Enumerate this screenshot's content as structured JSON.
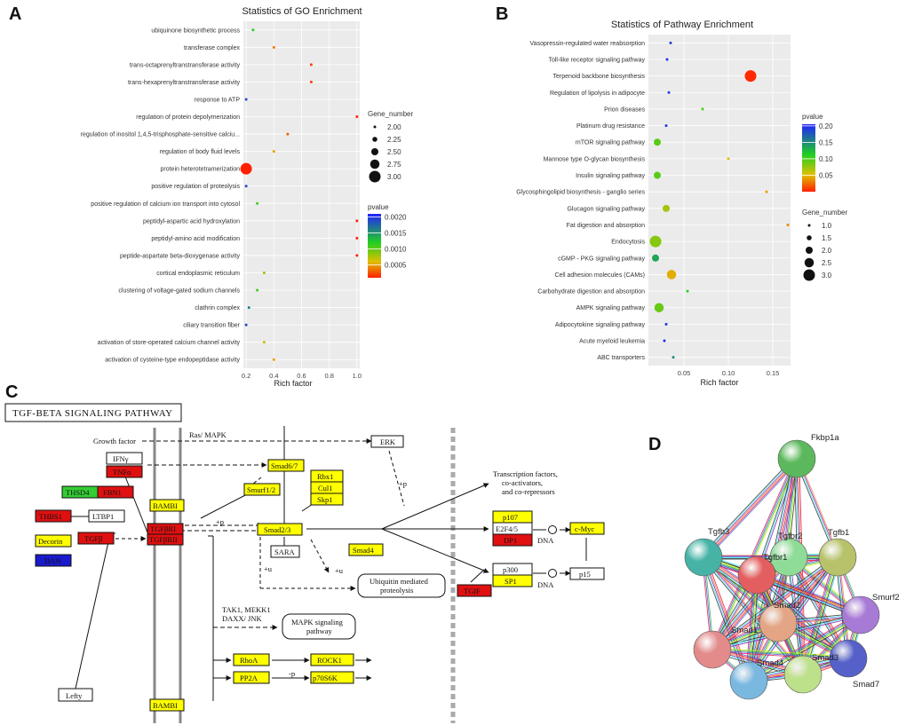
{
  "panel_letters": {
    "a": "A",
    "b": "B",
    "c": "C",
    "d": "D"
  },
  "chart_data": [
    {
      "type": "scatter",
      "panel": "A",
      "title": "Statistics of GO Enrichment",
      "xlabel": "Rich factor",
      "ylabel": "",
      "xlim": [
        0.18,
        1.02
      ],
      "xticks": [
        0.2,
        0.4,
        0.6,
        0.8,
        1.0
      ],
      "xtick_labels": [
        "0.2",
        "0.4",
        "0.6",
        "0.8",
        "1.0"
      ],
      "terms": [
        {
          "term": "ubiquinone biosynthetic process",
          "rich_factor": 0.25,
          "gene_number": 2,
          "pvalue": 0.0012
        },
        {
          "term": "transferase complex",
          "rich_factor": 0.4,
          "gene_number": 2,
          "pvalue": 0.0004
        },
        {
          "term": "trans-octaprenyltranstransferase activity",
          "rich_factor": 0.67,
          "gene_number": 2,
          "pvalue": 0.0002
        },
        {
          "term": "trans-hexaprenyltranstransferase activity",
          "rich_factor": 0.67,
          "gene_number": 2,
          "pvalue": 0.0002
        },
        {
          "term": "response to ATP",
          "rich_factor": 0.2,
          "gene_number": 2,
          "pvalue": 0.0019
        },
        {
          "term": "regulation of protein depolymerization",
          "rich_factor": 1.0,
          "gene_number": 2,
          "pvalue": 0.0001
        },
        {
          "term": "regulation of inositol 1,4,5-trisphosphate-sensitive calciu...",
          "rich_factor": 0.5,
          "gene_number": 2,
          "pvalue": 0.0003
        },
        {
          "term": "regulation of body fluid levels",
          "rich_factor": 0.4,
          "gene_number": 2,
          "pvalue": 0.0005
        },
        {
          "term": "protein heterotetramerization",
          "rich_factor": 0.2,
          "gene_number": 3,
          "pvalue": 0.0001
        },
        {
          "term": "positive regulation of proteolysis",
          "rich_factor": 0.2,
          "gene_number": 2,
          "pvalue": 0.0019
        },
        {
          "term": "positive regulation of calcium ion transport into cytosol",
          "rich_factor": 0.28,
          "gene_number": 2,
          "pvalue": 0.0011
        },
        {
          "term": "peptidyl-aspartic acid hydroxylation",
          "rich_factor": 1.0,
          "gene_number": 2,
          "pvalue": 0.0001
        },
        {
          "term": "peptidyl-amino acid modification",
          "rich_factor": 1.0,
          "gene_number": 2,
          "pvalue": 0.0001
        },
        {
          "term": "peptide-aspartate beta-dioxygenase activity",
          "rich_factor": 1.0,
          "gene_number": 2,
          "pvalue": 0.0001
        },
        {
          "term": "cortical endoplasmic reticulum",
          "rich_factor": 0.33,
          "gene_number": 2,
          "pvalue": 0.0008
        },
        {
          "term": "clustering of voltage-gated sodium channels",
          "rich_factor": 0.28,
          "gene_number": 2,
          "pvalue": 0.0011
        },
        {
          "term": "clathrin complex",
          "rich_factor": 0.22,
          "gene_number": 2,
          "pvalue": 0.0016
        },
        {
          "term": "ciliary transition fiber",
          "rich_factor": 0.2,
          "gene_number": 2,
          "pvalue": 0.0019
        },
        {
          "term": "activation of store-operated calcium channel activity",
          "rich_factor": 0.33,
          "gene_number": 2,
          "pvalue": 0.0007
        },
        {
          "term": "activation of cysteine-type endopeptidase activity",
          "rich_factor": 0.4,
          "gene_number": 2,
          "pvalue": 0.0005
        }
      ],
      "legend_size": {
        "title": "Gene_number",
        "labels": [
          "2.00",
          "2.25",
          "2.50",
          "2.75",
          "3.00"
        ],
        "values": [
          2.0,
          2.25,
          2.5,
          2.75,
          3.0
        ]
      },
      "legend_color": {
        "title": "pvalue",
        "labels": [
          "0.0020",
          "0.0015",
          "0.0010",
          "0.0005"
        ],
        "values": [
          0.002,
          0.0015,
          0.001,
          0.0005
        ],
        "range": [
          0.0001,
          0.0021
        ]
      },
      "grid": true,
      "legend_placement": "right"
    },
    {
      "type": "scatter",
      "panel": "B",
      "title": "Statistics of Pathway Enrichment",
      "xlabel": "Rich factor",
      "ylabel": "",
      "xlim": [
        0.01,
        0.17
      ],
      "xticks": [
        0.05,
        0.1,
        0.15
      ],
      "xtick_labels": [
        "0.05",
        "0.10",
        "0.15"
      ],
      "terms": [
        {
          "term": "Vasopressin-regulated water reabsorption",
          "rich_factor": 0.035,
          "gene_number": 1,
          "pvalue": 0.19
        },
        {
          "term": "Toll-like receptor signaling pathway",
          "rich_factor": 0.031,
          "gene_number": 1,
          "pvalue": 0.195
        },
        {
          "term": "Terpenoid backbone biosynthesis",
          "rich_factor": 0.125,
          "gene_number": 3,
          "pvalue": 0.003
        },
        {
          "term": "Regulation of lipolysis in adipocyte",
          "rich_factor": 0.033,
          "gene_number": 1,
          "pvalue": 0.19
        },
        {
          "term": "Prion diseases",
          "rich_factor": 0.071,
          "gene_number": 1,
          "pvalue": 0.1
        },
        {
          "term": "Platinum drug resistance",
          "rich_factor": 0.03,
          "gene_number": 1,
          "pvalue": 0.195
        },
        {
          "term": "mTOR signaling pathway",
          "rich_factor": 0.02,
          "gene_number": 2,
          "pvalue": 0.095
        },
        {
          "term": "Mannose type O-glycan biosynthesis",
          "rich_factor": 0.1,
          "gene_number": 1,
          "pvalue": 0.05
        },
        {
          "term": "Insulin signaling pathway",
          "rich_factor": 0.02,
          "gene_number": 2,
          "pvalue": 0.095
        },
        {
          "term": "Glycosphingolipid biosynthesis - ganglio series",
          "rich_factor": 0.143,
          "gene_number": 1,
          "pvalue": 0.04
        },
        {
          "term": "Glucagon signaling pathway",
          "rich_factor": 0.03,
          "gene_number": 2,
          "pvalue": 0.07
        },
        {
          "term": "Fat digestion and absorption",
          "rich_factor": 0.167,
          "gene_number": 1,
          "pvalue": 0.03
        },
        {
          "term": "Endocytosis",
          "rich_factor": 0.018,
          "gene_number": 3,
          "pvalue": 0.08
        },
        {
          "term": "cGMP - PKG signaling pathway",
          "rich_factor": 0.018,
          "gene_number": 2,
          "pvalue": 0.135
        },
        {
          "term": "Cell adhesion molecules (CAMs)",
          "rich_factor": 0.036,
          "gene_number": 2.5,
          "pvalue": 0.045
        },
        {
          "term": "Carbohydrate digestion and absorption",
          "rich_factor": 0.054,
          "gene_number": 1,
          "pvalue": 0.11
        },
        {
          "term": "AMPK signaling pathway",
          "rich_factor": 0.022,
          "gene_number": 2.5,
          "pvalue": 0.09
        },
        {
          "term": "Adipocytokine signaling pathway",
          "rich_factor": 0.03,
          "gene_number": 1,
          "pvalue": 0.195
        },
        {
          "term": "Acute myeloid leukemia",
          "rich_factor": 0.028,
          "gene_number": 1,
          "pvalue": 0.2
        },
        {
          "term": "ABC transporters",
          "rich_factor": 0.038,
          "gene_number": 1,
          "pvalue": 0.15
        }
      ],
      "legend_size": {
        "title": "Gene_number",
        "labels": [
          "1.0",
          "1.5",
          "2.0",
          "2.5",
          "3.0"
        ],
        "values": [
          1.0,
          1.5,
          2.0,
          2.5,
          3.0
        ]
      },
      "legend_color": {
        "title": "pvalue",
        "labels": [
          "0.20",
          "0.15",
          "0.10",
          "0.05"
        ],
        "values": [
          0.2,
          0.15,
          0.1,
          0.05
        ],
        "range": [
          0.0,
          0.205
        ]
      },
      "grid": true,
      "legend_placement": "right"
    }
  ],
  "pathway_c": {
    "title": "TGF-BETA SIGNALING PATHWAY",
    "labels": {
      "growth_factor": "Growth factor",
      "ras_mapk": "Ras/ MAPK",
      "plus_p": "+p",
      "minus_p": "-p",
      "plus_u": "+u",
      "dna": "DNA",
      "transcription": [
        "Transcription factors,",
        "co-activators,",
        "and co-repressors"
      ],
      "tak1": [
        "TAK1, MEKK1",
        "DAXX/ JNK"
      ],
      "ubiquitin": [
        "Ubiquitin mediated",
        "proteolysis"
      ],
      "mapk_pathway": [
        "MAPK signaling",
        "pathway"
      ]
    },
    "genes": {
      "ifng": "IFNγ",
      "tnfa": "TNFα",
      "thsd4": "THSD4",
      "fbn1": "FBN1",
      "thbs1": "THBS1",
      "ltbp1": "LTBP1",
      "decorin": "Decorin",
      "dan": "DAN",
      "tgfb": "TGFβ",
      "bambi_top": "BAMBI",
      "bambi_bottom": "BAMBI",
      "tgfbr1": "TGFβRI",
      "tgfbr2": "TGFβRII",
      "smad67": "Smad6/7",
      "smurf12": "Smurf1/2",
      "smad23": "Smad2/3",
      "sara": "SARA",
      "rbx1": "Rbx1",
      "cul1": "Cul1",
      "skp1": "Skp1",
      "smad4": "Smad4",
      "erk": "ERK",
      "p107": "p107",
      "e2f45": "E2F4/5",
      "dp1": "DP1",
      "cmyc": "c-Myc",
      "p300": "p300",
      "sp1": "SP1",
      "p15": "p15",
      "tgif": "TGIF",
      "lefty": "Lefty",
      "rhoa": "RhoA",
      "rock1": "ROCK1",
      "pp2a": "PP2A",
      "p70s6k": "p70S6K"
    },
    "colors": {
      "up": "#e01010",
      "down": "#1a1acc",
      "mixed": "#ffff00",
      "green": "#33cc33",
      "none": "#ffffff"
    }
  },
  "network_d": {
    "nodes": [
      {
        "name": "Fkbp1a",
        "color": "#5cb85c"
      },
      {
        "name": "Tgfb3",
        "color": "#46b3a6"
      },
      {
        "name": "Tgfbr2",
        "color": "#8fdc98"
      },
      {
        "name": "Tgfb1",
        "color": "#b8c26a"
      },
      {
        "name": "Tgfbr1",
        "color": "#e35f5f"
      },
      {
        "name": "Smurf2",
        "color": "#a77ad6"
      },
      {
        "name": "Smad2",
        "color": "#e3a585"
      },
      {
        "name": "Smad1",
        "color": "#e38a8a"
      },
      {
        "name": "Smad7",
        "color": "#5560c8"
      },
      {
        "name": "Smad4",
        "color": "#7ab8e0"
      },
      {
        "name": "Smad3",
        "color": "#bde08a"
      }
    ]
  }
}
